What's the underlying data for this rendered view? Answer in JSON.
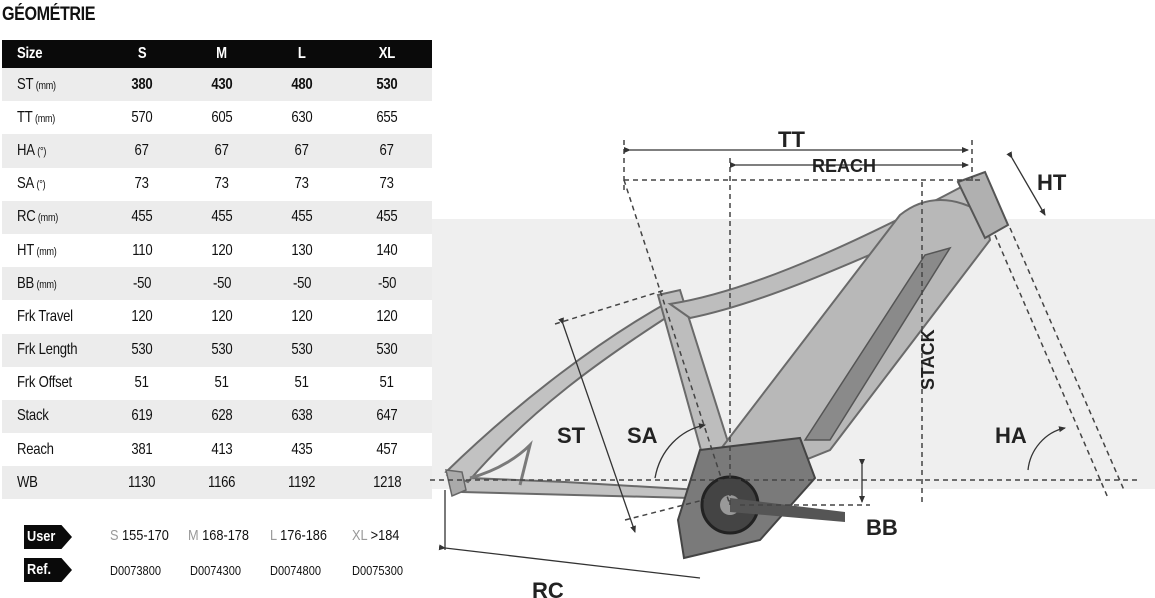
{
  "title": "GÉOMÉTRIE",
  "table": {
    "header": [
      "Size",
      "S",
      "M",
      "L",
      "XL"
    ],
    "rows": [
      {
        "label": "ST",
        "unit": "(mm)",
        "values": [
          "380",
          "430",
          "480",
          "530"
        ]
      },
      {
        "label": "TT",
        "unit": "(mm)",
        "values": [
          "570",
          "605",
          "630",
          "655"
        ]
      },
      {
        "label": "HA",
        "unit": "(°)",
        "values": [
          "67",
          "67",
          "67",
          "67"
        ]
      },
      {
        "label": "SA",
        "unit": "(°)",
        "values": [
          "73",
          "73",
          "73",
          "73"
        ]
      },
      {
        "label": "RC",
        "unit": "(mm)",
        "values": [
          "455",
          "455",
          "455",
          "455"
        ]
      },
      {
        "label": "HT",
        "unit": "(mm)",
        "values": [
          "110",
          "120",
          "130",
          "140"
        ]
      },
      {
        "label": "BB",
        "unit": "(mm)",
        "values": [
          "-50",
          "-50",
          "-50",
          "-50"
        ]
      },
      {
        "label": "Frk Travel",
        "unit": "",
        "values": [
          "120",
          "120",
          "120",
          "120"
        ]
      },
      {
        "label": "Frk Length",
        "unit": "",
        "values": [
          "530",
          "530",
          "530",
          "530"
        ]
      },
      {
        "label": "Frk Offset",
        "unit": "",
        "values": [
          "51",
          "51",
          "51",
          "51"
        ]
      },
      {
        "label": "Stack",
        "unit": "",
        "values": [
          "619",
          "628",
          "638",
          "647"
        ]
      },
      {
        "label": "Reach",
        "unit": "",
        "values": [
          "381",
          "413",
          "435",
          "457"
        ]
      },
      {
        "label": "WB",
        "unit": "",
        "values": [
          "1130",
          "1166",
          "1192",
          "1218"
        ]
      }
    ]
  },
  "user": {
    "label": "User",
    "sizes": [
      {
        "size": "S",
        "range": "155-170"
      },
      {
        "size": "M",
        "range": "168-178"
      },
      {
        "size": "L",
        "range": "176-186"
      },
      {
        "size": "XL",
        "range": ">184"
      }
    ]
  },
  "ref": {
    "label": "Ref.",
    "codes": [
      "D0073800",
      "D0074300",
      "D0074800",
      "D0075300"
    ]
  },
  "diagram": {
    "labels": {
      "tt": "TT",
      "reach": "REACH",
      "ht": "HT",
      "st": "ST",
      "sa": "SA",
      "stack": "STACK",
      "ha": "HA",
      "bb": "BB",
      "rc": "RC"
    }
  }
}
